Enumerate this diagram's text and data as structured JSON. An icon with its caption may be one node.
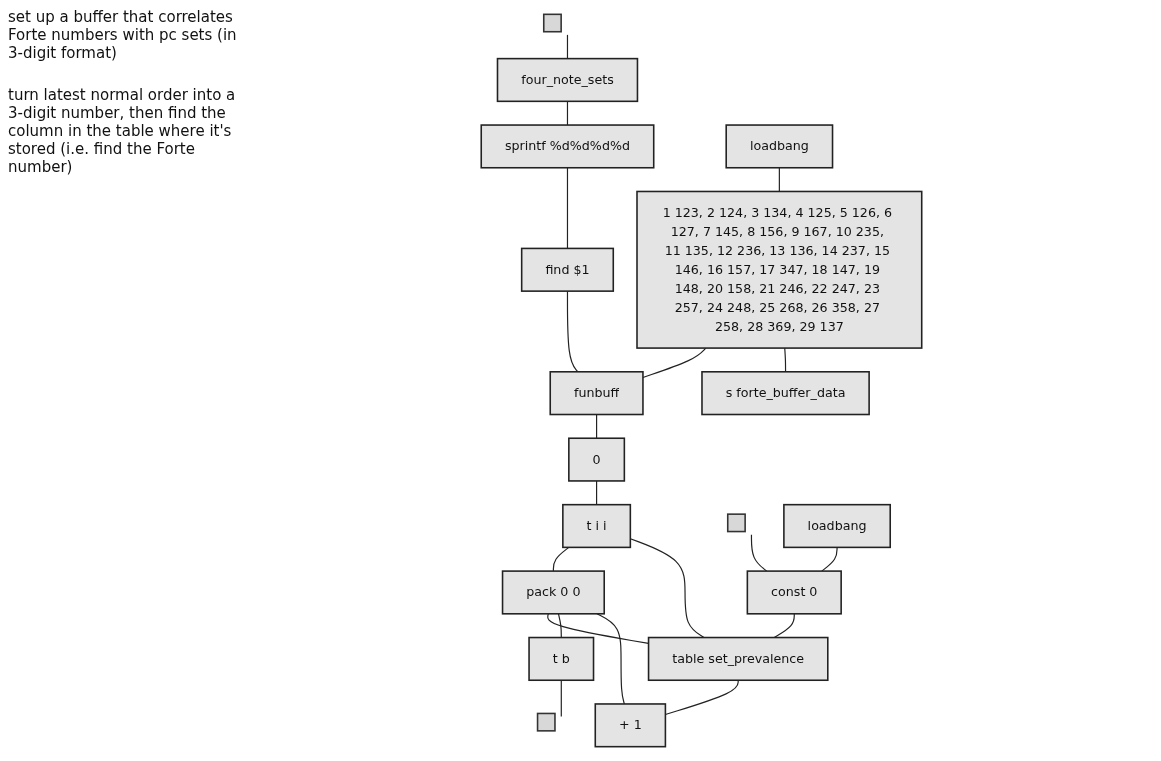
{
  "diagram": {
    "nodes": [
      {
        "text": [],
        "shape": "box"
      },
      {
        "text": [
          "four_note_sets"
        ]
      },
      {
        "text": [
          "sprintf %d%d%d%d"
        ]
      },
      {
        "text": [
          "find $1"
        ]
      },
      {
        "text": [
          "funbuff"
        ]
      },
      {
        "text": [
          "0"
        ]
      },
      {
        "text": [
          "t i i"
        ]
      },
      {
        "text": [
          "table set_prevalence"
        ]
      },
      {
        "text": [
          "+ 1"
        ]
      },
      {
        "text": [
          "pack 0 0"
        ]
      },
      {
        "text": [
          "t b"
        ]
      },
      {
        "text": [],
        "shape": "box"
      },
      {
        "text": [
          "loadbang"
        ]
      },
      {
        "text": [
          "1 123, 2 124, 3 134, 4 125, 5 126, 6 127, 7 145, 8 156, 9 167, 10 235, 11 135, 12 236, 13 136, 14 237, 15 146, 16 157, 17 347, 18 147, 19 148, 20 158, 21 246, 22 247, 23 257, 24 248, 25 268, 26 358, 27 258, 28 369, 29 137"
        ]
      },
      {
        "text": [],
        "shape": "box"
      },
      {
        "text": [
          "s forte_buffer_data"
        ]
      },
      {
        "text": [
          "loadbang"
        ]
      },
      {
        "text": [
          "const 0"
        ]
      }
    ],
    "edges": [
      {
        "from": 0,
        "to": 1,
        "arrow": "none"
      },
      {
        "from": 1,
        "to": 2,
        "arrow": "none"
      },
      {
        "from": 2,
        "to": 3,
        "arrow": "none"
      },
      {
        "from": 3,
        "to": 4,
        "arrow": "none"
      },
      {
        "from": 12,
        "to": 13,
        "arrow": "none"
      },
      {
        "from": 13,
        "to": 4,
        "arrow": "none"
      },
      {
        "from": 13,
        "to": 15,
        "arrow": "none"
      },
      {
        "from": 4,
        "to": 5,
        "arrow": "none"
      },
      {
        "from": 5,
        "to": 6,
        "arrow": "none"
      },
      {
        "from": 6,
        "to": 9,
        "arrow": "none"
      },
      {
        "from": 6,
        "to": 7,
        "arrow": "none"
      },
      {
        "from": 7,
        "to": 8,
        "arrow": "none"
      },
      {
        "from": 8,
        "to": 9,
        "arrow": "none"
      },
      {
        "from": 9,
        "to": 7,
        "arrow": "none"
      },
      {
        "from": 9,
        "to": 10,
        "arrow": "none"
      },
      {
        "from": 10,
        "to": 11,
        "arrow": "none"
      },
      {
        "from": 14,
        "to": 17,
        "arrow": "none"
      },
      {
        "from": 16,
        "to": 17,
        "arrow": "none"
      },
      {
        "from": 17,
        "to": 7,
        "arrow": "none"
      }
    ],
    "labels": [
      "set up a buffer that correlates Forte numbers with pc sets (in 3-digit format)",
      "turn latest normal order into a 3-digit number, then find the column in the table where it's stored (i.e. find the Forte number)"
    ]
  }
}
